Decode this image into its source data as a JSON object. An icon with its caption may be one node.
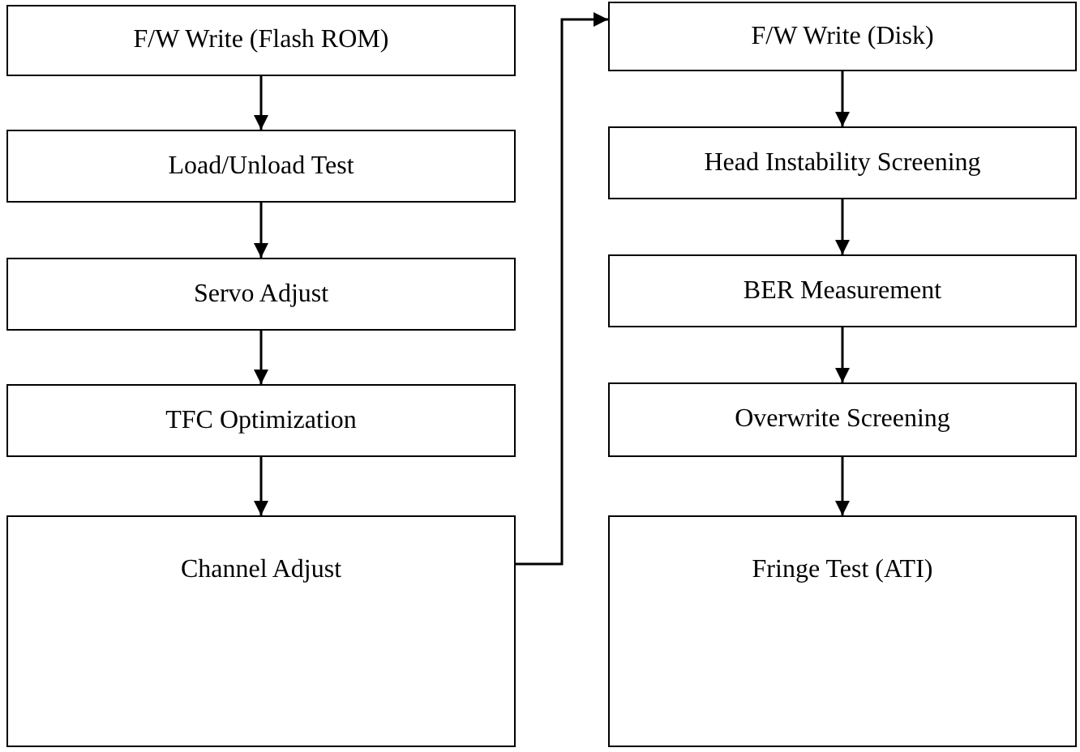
{
  "diagram": {
    "nodes": [
      {
        "text": [
          "F/W Write (Flash ROM)"
        ]
      },
      {
        "text": [
          "Load/Unload Test"
        ]
      },
      {
        "text": [
          "Servo Adjust"
        ]
      },
      {
        "text": [
          "TFC Optimization"
        ]
      },
      {
        "text": [
          "Channel Adjust"
        ]
      },
      {
        "text": [
          "F/W Write (Disk)"
        ]
      },
      {
        "text": [
          "Head Instability Screening"
        ]
      },
      {
        "text": [
          "BER Measurement"
        ]
      },
      {
        "text": [
          "Overwrite Screening"
        ]
      },
      {
        "text": [
          "Fringe Test (ATI)"
        ]
      }
    ],
    "edges": [
      {
        "from": 0,
        "to": 1,
        "arrow": "to"
      },
      {
        "from": 1,
        "to": 2,
        "arrow": "to"
      },
      {
        "from": 2,
        "to": 3,
        "arrow": "to"
      },
      {
        "from": 3,
        "to": 4,
        "arrow": "to"
      },
      {
        "from": 4,
        "to": 5,
        "arrow": "to"
      },
      {
        "from": 5,
        "to": 6,
        "arrow": "to"
      },
      {
        "from": 6,
        "to": 7,
        "arrow": "to"
      },
      {
        "from": 7,
        "to": 8,
        "arrow": "to"
      },
      {
        "from": 8,
        "to": 9,
        "arrow": "to"
      }
    ]
  }
}
